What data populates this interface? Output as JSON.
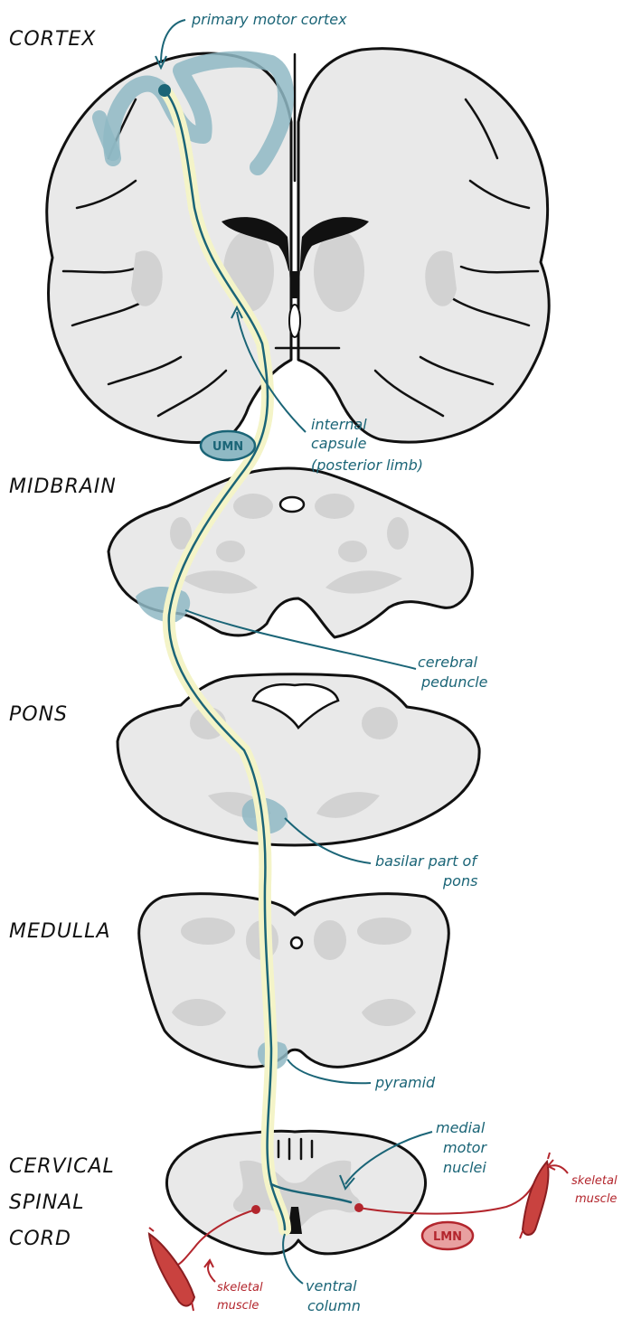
{
  "levels": {
    "cortex": "CORTEX",
    "midbrain": "MIDBRAIN",
    "pons": "PONS",
    "medulla": "MEDULLA",
    "cervical_line1": "CERVICAL",
    "cervical_line2": "SPINAL",
    "cervical_line3": "CORD"
  },
  "labels": {
    "primary_motor_cortex": "primary motor cortex",
    "internal_capsule_line1": "internal",
    "internal_capsule_line2": "capsule",
    "internal_capsule_line3": "(posterior limb)",
    "cerebral_peduncle_line1": "cerebral",
    "cerebral_peduncle_line2": "peduncle",
    "basilar_pons_line1": "basilar part of",
    "basilar_pons_line2": "pons",
    "pyramid": "pyramid",
    "medial_motor_nuclei_line1": "medial",
    "medial_motor_nuclei_line2": "motor",
    "medial_motor_nuclei_line3": "nuclei",
    "ventral_column_line1": "ventral",
    "ventral_column_line2": "column",
    "skeletal_muscle_right_line1": "skeletal",
    "skeletal_muscle_right_line2": "muscle",
    "skeletal_muscle_left_line1": "skeletal",
    "skeletal_muscle_left_line2": "muscle"
  },
  "badges": {
    "umn": "UMN",
    "lmn": "LMN"
  },
  "colors": {
    "upper_motor_neuron": "#1b6577",
    "upper_motor_neuron_highlight": "#8fb9c4",
    "tract_glow": "#f4f4c8",
    "lower_motor_neuron": "#b3262d",
    "gray_matter": "#d2d2d2",
    "white_matter": "#e9e9e9",
    "outline": "#111111"
  }
}
